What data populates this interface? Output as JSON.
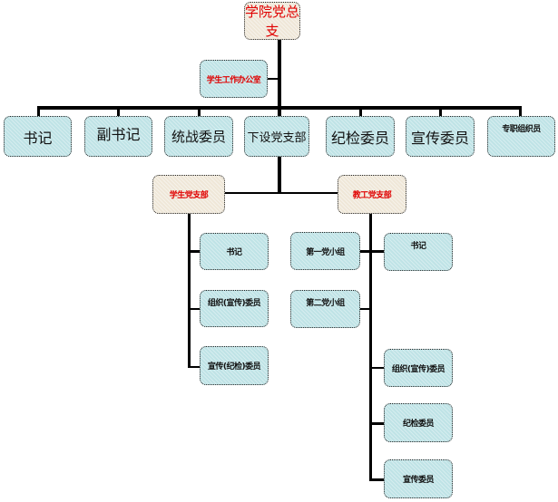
{
  "root": {
    "label": "学院党总支",
    "color": "#e00000"
  },
  "office": {
    "label": "学生工作办公室",
    "color": "#e00000"
  },
  "level1": [
    {
      "label": "书记"
    },
    {
      "label": "副书记"
    },
    {
      "label": "统战委员"
    },
    {
      "label": "下设党支部"
    },
    {
      "label": "纪检委员"
    },
    {
      "label": "宣传委员"
    },
    {
      "label": "专职组织员"
    }
  ],
  "branches": {
    "student": {
      "label": "学生党支部",
      "children": [
        {
          "label": "书记"
        },
        {
          "label": "组织(宣传)委员"
        },
        {
          "label": "宣传(纪检)委员"
        }
      ]
    },
    "faculty": {
      "label": "教工党支部",
      "groups": [
        {
          "label": "第一党小组"
        },
        {
          "label": "第二党小组"
        }
      ],
      "children": [
        {
          "label": "书记"
        },
        {
          "label": "组织(宣传)委员"
        },
        {
          "label": "纪检委员"
        },
        {
          "label": "宣传委员"
        }
      ]
    }
  },
  "colors": {
    "box_blue": "#bfe3e6",
    "box_beige": "#efe7d8",
    "title_red": "#e00000",
    "line": "#000000"
  }
}
